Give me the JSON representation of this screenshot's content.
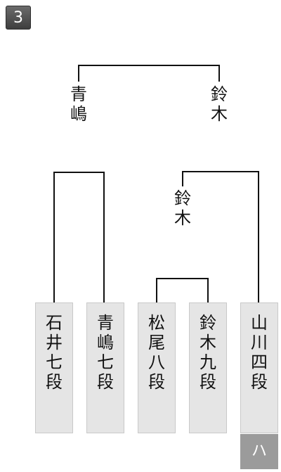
{
  "round_number": "3",
  "final": {
    "left": [
      "青",
      "嶋"
    ],
    "right": [
      "鈴",
      "木"
    ]
  },
  "semifinal_right": [
    "鈴",
    "木"
  ],
  "players": [
    [
      "石",
      "井",
      "七",
      "段"
    ],
    [
      "青",
      "嶋",
      "七",
      "段"
    ],
    [
      "松",
      "尾",
      "八",
      "段"
    ],
    [
      "鈴",
      "木",
      "九",
      "段"
    ],
    [
      "山",
      "川",
      "四",
      "段"
    ]
  ],
  "bottom_tag": "ハ"
}
